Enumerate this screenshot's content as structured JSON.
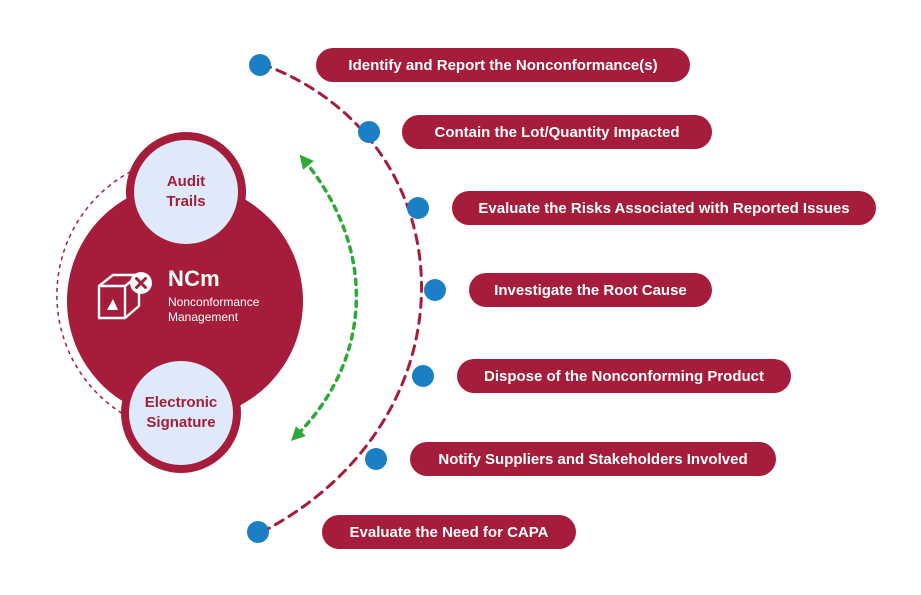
{
  "hub": {
    "title": "NCm",
    "subtitle": "Nonconformance Management",
    "icon": "box-x-icon"
  },
  "satellites": [
    {
      "label": "Audit\nTrails"
    },
    {
      "label": "Electronic\nSignature"
    }
  ],
  "steps": [
    {
      "label": "Identify and Report the Nonconformance(s)"
    },
    {
      "label": "Contain the Lot/Quantity Impacted"
    },
    {
      "label": "Evaluate the Risks Associated with Reported Issues"
    },
    {
      "label": "Investigate the Root Cause"
    },
    {
      "label": "Dispose of the Nonconforming Product"
    },
    {
      "label": "Notify Suppliers and Stakeholders Involved"
    },
    {
      "label": "Evaluate the Need for CAPA"
    }
  ],
  "colors": {
    "primary": "#a51d3b",
    "satellite_fill": "#dfe9fa",
    "dot": "#1a7fc4",
    "arrow": "#2ea836",
    "background": "#ffffff"
  }
}
